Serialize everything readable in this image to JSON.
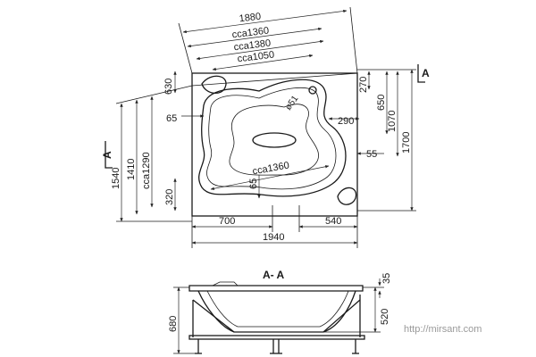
{
  "dimensions": {
    "overall_diag": "1880",
    "cca1360_top": "cca1360",
    "cca1380": "cca1380",
    "cca1050": "cca1050",
    "d630": "630",
    "d65_left": "65",
    "d51": "ø51",
    "d270": "270",
    "d650": "650",
    "d1070": "1070",
    "d1700": "1700",
    "d290": "290",
    "d55": "55",
    "d1540": "1540",
    "d1410": "1410",
    "d1290": "cca1290",
    "d320": "320",
    "cca1360_mid": "cca1360",
    "d65_mid": "65",
    "d700": "700",
    "d540": "540",
    "d1940": "1940",
    "d680": "680",
    "d35": "35",
    "d520": "520"
  },
  "section_labels": {
    "top_right": "A",
    "left": "A",
    "title": "A- A"
  },
  "watermark": "http://mirsant.com"
}
